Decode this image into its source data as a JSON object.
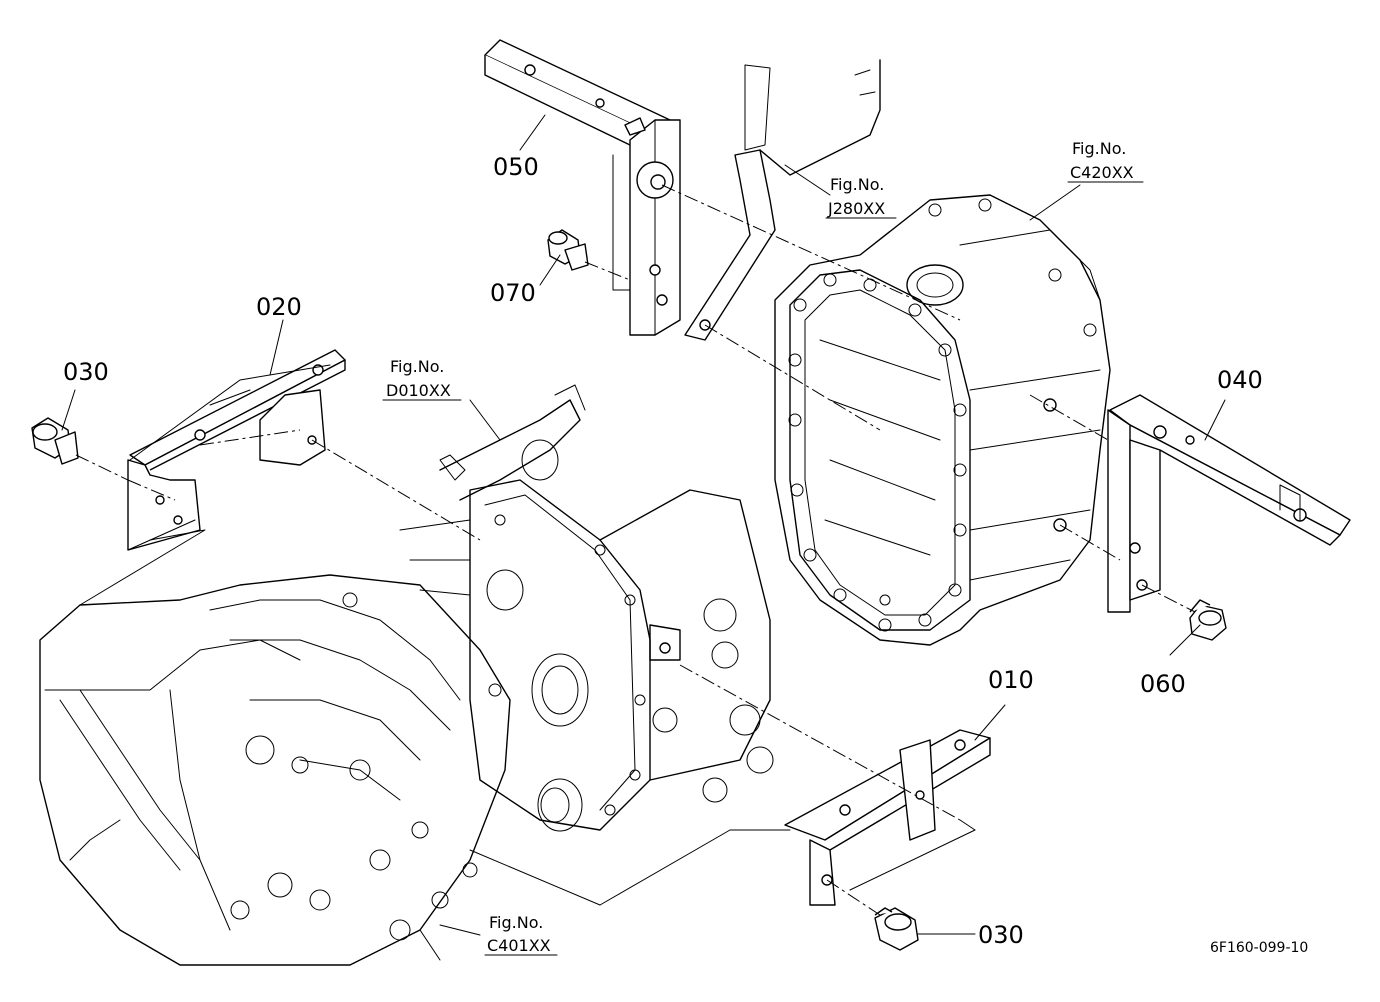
{
  "callouts": {
    "p010": "010",
    "p020": "020",
    "p030a": "030",
    "p030b": "030",
    "p040": "040",
    "p050": "050",
    "p060": "060",
    "p070": "070"
  },
  "figure_refs": {
    "d010": {
      "label": "Fig.No.",
      "code": "D010XX"
    },
    "j280": {
      "label": "Fig.No.",
      "code": "J280XX"
    },
    "c420": {
      "label": "Fig.No.",
      "code": "C420XX"
    },
    "c401": {
      "label": "Fig.No.",
      "code": "C401XX"
    }
  },
  "drawing_code": "6F160-099-10"
}
